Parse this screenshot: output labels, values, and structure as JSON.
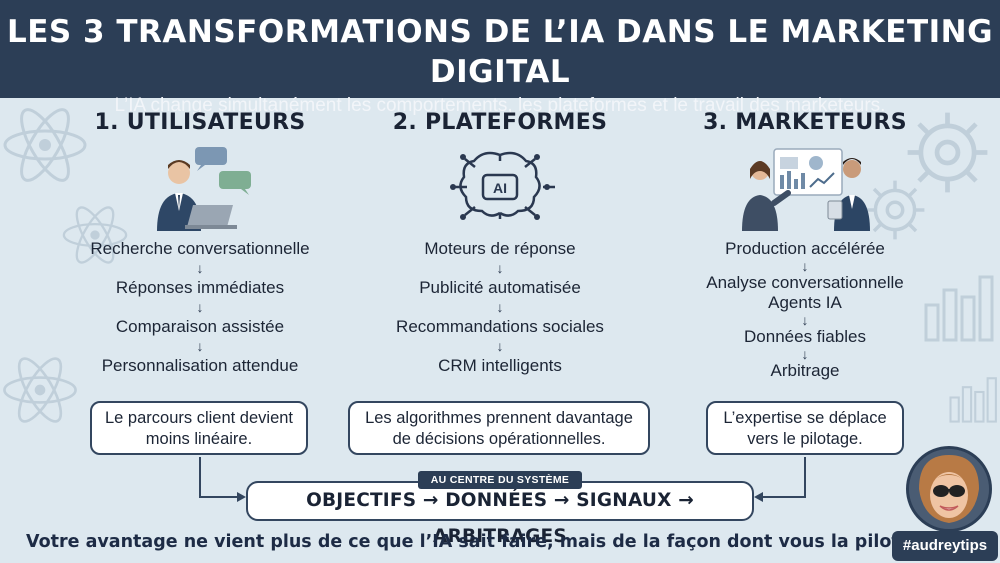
{
  "header": {
    "title": "LES 3 TRANSFORMATIONS DE L’IA DANS LE MARKETING DIGITAL",
    "subtitle": "L’IA change simultanément les comportements, les plateformes et le travail des marketeurs."
  },
  "columns": [
    {
      "title": "1. UTILISATEURS",
      "steps": [
        "Recherche conversationnelle",
        "Réponses immédiates",
        "Comparaison assistée",
        "Personnalisation attendue"
      ],
      "note_line1": "Le parcours client devient",
      "note_line2": "moins linéaire."
    },
    {
      "title": "2. PLATEFORMES",
      "icon_text": "AI",
      "steps": [
        "Moteurs de réponse",
        "Publicité automatisée",
        "Recommandations sociales",
        "CRM intelligents"
      ],
      "note_line1": "Les algorithmes prennent davantage",
      "note_line2": "de décisions opérationnelles."
    },
    {
      "title": "3. MARKETEURS",
      "steps": [
        "Production accélérée",
        "Analyse conversationnelle",
        "Agents IA",
        "Données fiables",
        "Arbitrage"
      ],
      "note_line1": "L’expertise se déplace",
      "note_line2": "vers le pilotage."
    }
  ],
  "center": {
    "label": "AU CENTRE DU SYSTÈME",
    "flow": "OBJECTIFS → DONNÉES → SIGNAUX → ARBITRAGES"
  },
  "arrow_glyph": "↓",
  "footer": {
    "text": "Votre avantage ne vient plus de ce que l’IA sait faire, mais de la façon dont vous la pilotez.",
    "hashtag": "#audreytips"
  },
  "colors": {
    "header_bg": "#2c3e56",
    "page_bg": "#dde8ef",
    "border": "#33465f"
  }
}
